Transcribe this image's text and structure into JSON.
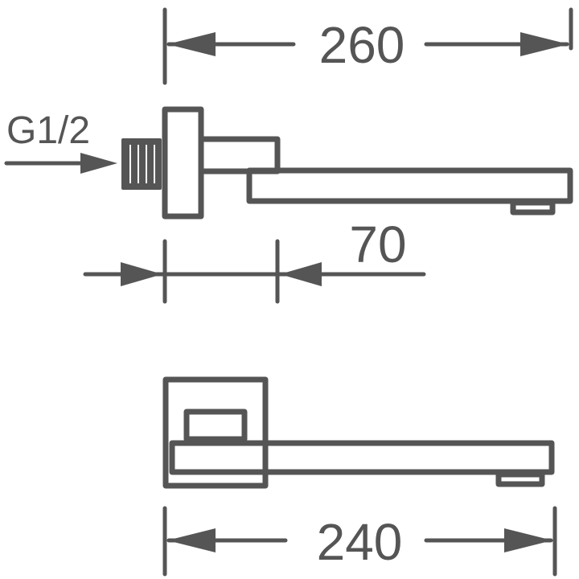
{
  "dimensions": {
    "overall_length_top": "260",
    "inlet_thread": "G1/2",
    "wall_offset": "70",
    "overall_length_bottom": "240"
  },
  "colors": {
    "line": "#555555",
    "background": "#ffffff"
  }
}
